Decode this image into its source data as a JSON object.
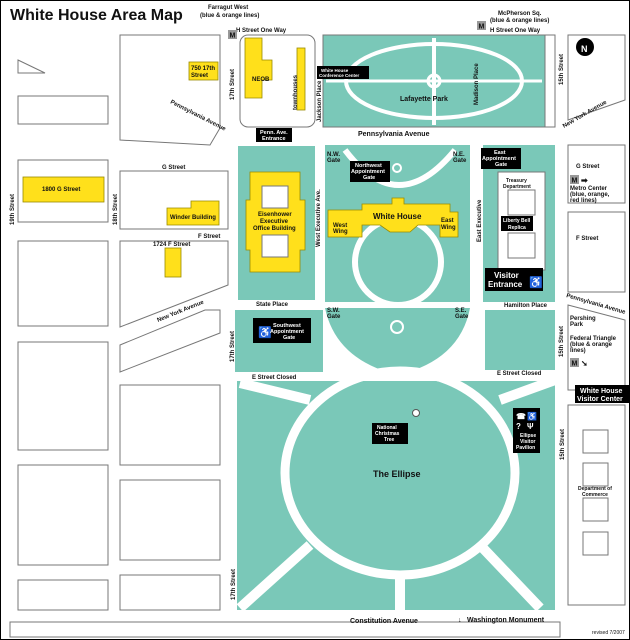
{
  "title": "White House Area Map",
  "metro": {
    "farragut_west": "Farragut West",
    "farragut_lines": "(blue & orange lines)",
    "mcpherson": "McPherson Sq.",
    "mcpherson_lines": "(blue & orange lines)",
    "metro_center": "Metro Center",
    "metro_center_lines_1": "(blue, orange,",
    "metro_center_lines_2": "red lines)",
    "federal_triangle": "Federal Triangle",
    "federal_triangle_lines_1": "(blue & orange",
    "federal_triangle_lines_2": "lines)",
    "symbol": "M"
  },
  "streets": {
    "h_street_left": "H  Street One Way",
    "h_street_right": "H  Street One Way",
    "pennsylvania_top": "Pennsylvania Avenue",
    "pennsylvania_diag_left": "Pennsylvania Avenue",
    "pennsylvania_diag_right": "Pennsylvania Avenue",
    "new_york_right": "New York Avenue",
    "new_york_left": "New York Avenue",
    "g_street_left": "G Street",
    "g_street_right": "G Street",
    "f_street_left": "F Street",
    "f_street_right": "F Street",
    "street_19th": "19th Street",
    "street_18th": "18th Street",
    "street_17th_top": "17th Street",
    "street_17th_mid": "17th Street",
    "street_17th_bottom": "17th Street",
    "street_15th_top": "15th Street",
    "street_15th_mid": "15th Street",
    "street_15th_bottom": "15th Street",
    "jackson_place": "Jackson Place",
    "madison_place": "Madison Place",
    "west_executive": "West Executive Ave.",
    "east_executive": "East Executive",
    "state_place": "State Place",
    "hamilton_place": "Hamilton Place",
    "e_street_left": "E  Street Closed",
    "e_street_right": "E  Street Closed",
    "constitution": "Constitution Avenue",
    "washington_monument": "Washington Monument"
  },
  "buildings": {
    "b750": [
      "750 17th",
      "Street"
    ],
    "neob": "NEOB",
    "townhouses": "townhouses",
    "conference_center": [
      "White House",
      "Conference Center"
    ],
    "g1800": "1800 G Street",
    "winder": "Winder Building",
    "f1724": "1724 F Street",
    "eeob": [
      "Eisenhower",
      "Executive",
      "Office Building"
    ],
    "white_house": "White House",
    "west_wing": [
      "West",
      "Wing"
    ],
    "east_wing": [
      "East",
      "Wing"
    ],
    "treasury": [
      "Treasury",
      "Department"
    ],
    "liberty_bell": [
      "Liberty Bell",
      "Replica"
    ],
    "commerce": [
      "Department of",
      "Commerce"
    ]
  },
  "places": {
    "lafayette_park": "Lafayette Park",
    "ellipse": "The Ellipse",
    "pershing_park": [
      "Pershing",
      "Park"
    ],
    "christmas_tree": [
      "National",
      "Christmas",
      "Tree"
    ],
    "ellipse_pavilion": [
      "Ellipse",
      "Visitor",
      "Pavilion"
    ],
    "wh_visitor_center": [
      "White House",
      "Visitor Center"
    ]
  },
  "gates": {
    "penn_entrance": [
      "Penn. Ave.",
      "Entrance"
    ],
    "nw_gate": [
      "N.W.",
      "Gate"
    ],
    "ne_gate": [
      "N.E.",
      "Gate"
    ],
    "sw_gate": [
      "S.W.",
      "Gate"
    ],
    "se_gate": [
      "S.E.",
      "Gate"
    ],
    "northwest_appt": [
      "Northwest",
      "Appointment",
      "Gate"
    ],
    "east_appt": [
      "East",
      "Appointment",
      "Gate"
    ],
    "southwest_appt": [
      "Southwest",
      "Appointment",
      "Gate"
    ],
    "visitor_entrance": [
      "Visitor",
      "Entrance"
    ]
  },
  "compass": "N",
  "revised": "revised 7/2007",
  "colors": {
    "park": "#7ac8b8",
    "building": "#ffe01b",
    "label_bg": "#000000"
  }
}
